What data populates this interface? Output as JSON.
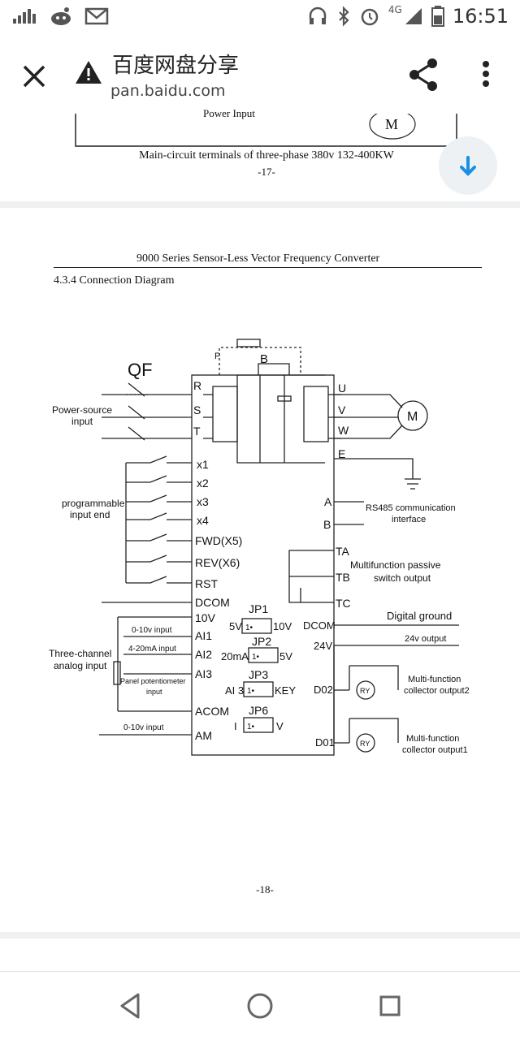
{
  "status_bar": {
    "time": "16:51",
    "network": "4G"
  },
  "browser": {
    "title": "百度网盘分享",
    "url": "pan.baidu.com"
  },
  "prev_page": {
    "power_input_fragment": "Power  Input",
    "motor_label": "M",
    "caption": "Main-circuit terminals of three-phase 380v 132-400KW",
    "page_number": "-17-"
  },
  "page": {
    "header": "9000 Series Sensor-Less Vector Frequency Converter",
    "section": "4.3.4 Connection Diagram",
    "page_number": "-18-"
  },
  "diagram": {
    "qf": "QF",
    "power_source": [
      "Power-source",
      "input"
    ],
    "programmable": [
      "programmable",
      "input end"
    ],
    "three_channel": [
      "Three-channel",
      "analog input"
    ],
    "rail_letters": {
      "p": "P",
      "b": "B"
    },
    "inputs_left": {
      "r": "R",
      "s": "S",
      "t": "T"
    },
    "outputs": {
      "u": "U",
      "v": "V",
      "w": "W",
      "e": "E"
    },
    "motor": "M",
    "x_terms": [
      "x1",
      "x2",
      "x3",
      "x4",
      "FWD(X5)",
      "REV(X6)",
      "RST",
      "DCOM"
    ],
    "analog_terms": [
      "10V",
      "AI1",
      "AI2",
      "AI3",
      "ACOM",
      "AM"
    ],
    "analog_notes": {
      "ai1": "0-10v input",
      "ai2": "4-20mA input",
      "pot1": "Panel potentiometer",
      "pot2": "input",
      "am": "0-10v input"
    },
    "jp1": {
      "name": "JP1",
      "left": "5V",
      "right": "10V"
    },
    "jp2": {
      "name": "JP2",
      "left": "20mA",
      "right": "5V"
    },
    "jp3": {
      "name": "JP3",
      "left": "AI 3",
      "right": "KEY"
    },
    "jp6": {
      "name": "JP6",
      "left": "I",
      "right": "V"
    },
    "jumper_pin": "1•",
    "ab": {
      "a": "A",
      "b": "B"
    },
    "rs485": [
      "RS485 communication",
      "interface"
    ],
    "relay_terms": {
      "ta": "TA",
      "tb": "TB",
      "tc": "TC"
    },
    "relay_label": [
      "Multifunction passive",
      "switch output"
    ],
    "right_terms": {
      "dcom": "DCOM",
      "v24": "24V",
      "do2": "D02",
      "do1": "D01"
    },
    "digital_ground": "Digital ground",
    "v24_output": "24v output",
    "mf2": [
      "Multi-function",
      "collector output2"
    ],
    "mf1": [
      "Multi-function",
      "collector output1"
    ],
    "ry": "RY"
  }
}
